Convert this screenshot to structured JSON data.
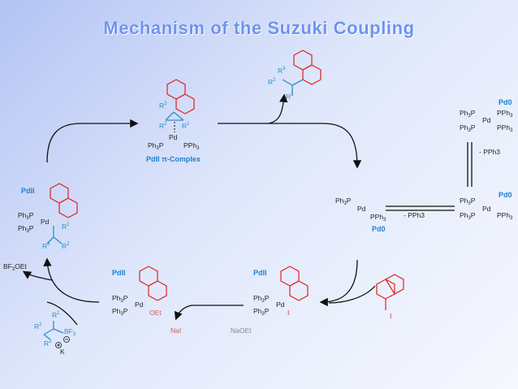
{
  "title": "Mechanism of the Suzuki Coupling",
  "colors": {
    "accent": "#6d93ee",
    "naphthyl": "#e02020",
    "alkene": "#2a8ec9",
    "oxidation_state": "#1f7fd0"
  },
  "labels": {
    "pi_complex": "PdII π-Complex",
    "pd0_top": "Pd0",
    "pd0_right": "Pd0",
    "pd0_center": "Pd0",
    "pd2_left": "PdII",
    "pd2_bottom_left": "PdII",
    "pd2_bottom_right": "PdII",
    "minus_pph3_right": "- PPh3",
    "minus_pph3_center": "- PPh3",
    "nai": "NaI",
    "naoet": "NaOEt",
    "bf3oet": "BF3OEt",
    "oet": "OEt",
    "iodide_on_pd": "I",
    "iodide_on_substrate": "I",
    "k_plus": "K",
    "bf3": "BF3"
  }
}
